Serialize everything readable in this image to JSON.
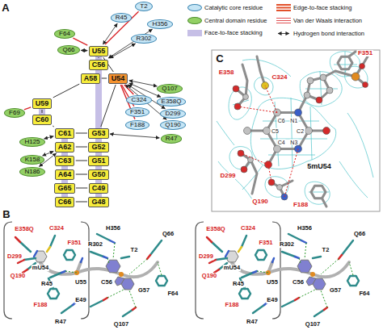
{
  "diagram": {
    "nodes": [
      {
        "text": [
          "T2"
        ]
      },
      {
        "text": [
          "R45"
        ]
      },
      {
        "text": [
          "H356"
        ]
      },
      {
        "text": [
          "F64"
        ]
      },
      {
        "text": [
          "R302"
        ]
      },
      {
        "text": [
          "U55"
        ]
      },
      {
        "text": [
          "Q66"
        ]
      },
      {
        "text": [
          "C56"
        ]
      },
      {
        "text": [
          "A58"
        ]
      },
      {
        "text": [
          "U54"
        ]
      },
      {
        "text": [
          "Q107"
        ]
      },
      {
        "text": [
          "C324"
        ]
      },
      {
        "text": [
          "E358Q"
        ]
      },
      {
        "text": [
          "F351"
        ]
      },
      {
        "text": [
          "D299"
        ]
      },
      {
        "text": [
          "F188"
        ]
      },
      {
        "text": [
          "Q190"
        ]
      },
      {
        "text": [
          "U59"
        ]
      },
      {
        "text": [
          "F69"
        ]
      },
      {
        "text": [
          "C60"
        ]
      },
      {
        "text": [
          "C61"
        ]
      },
      {
        "text": [
          "G53"
        ]
      },
      {
        "text": [
          "R47"
        ]
      },
      {
        "text": [
          "H125"
        ]
      },
      {
        "text": [
          "A62"
        ]
      },
      {
        "text": [
          "G52"
        ]
      },
      {
        "text": [
          "K158"
        ]
      },
      {
        "text": [
          "N186"
        ]
      },
      {
        "text": [
          "C63"
        ]
      },
      {
        "text": [
          "G51"
        ]
      },
      {
        "text": [
          "A64"
        ]
      },
      {
        "text": [
          "G50"
        ]
      },
      {
        "text": [
          "G65"
        ]
      },
      {
        "text": [
          "C49"
        ]
      },
      {
        "text": [
          "C66"
        ]
      },
      {
        "text": [
          "G48"
        ]
      }
    ],
    "edges": [
      {
        "from": 0,
        "to": 5,
        "arrow": "none"
      },
      {
        "from": 1,
        "to": 5,
        "arrow": "both"
      },
      {
        "from": 2,
        "to": 7,
        "arrow": "both"
      },
      {
        "from": 3,
        "to": 5,
        "arrow": "none"
      },
      {
        "from": 4,
        "to": 7,
        "arrow": "both"
      },
      {
        "from": 6,
        "to": 5,
        "arrow": "both"
      },
      {
        "from": 10,
        "to": 9,
        "arrow": "both"
      },
      {
        "from": 11,
        "to": 9,
        "arrow": "none"
      },
      {
        "from": 12,
        "to": 9,
        "arrow": "both"
      },
      {
        "from": 13,
        "to": 9,
        "arrow": "none"
      },
      {
        "from": 14,
        "to": 9,
        "arrow": "both"
      },
      {
        "from": 15,
        "to": 9,
        "arrow": "none"
      },
      {
        "from": 16,
        "to": 9,
        "arrow": "both"
      },
      {
        "from": 18,
        "to": 17,
        "arrow": "none"
      },
      {
        "from": 23,
        "to": 20,
        "arrow": "both"
      },
      {
        "from": 26,
        "to": 24,
        "arrow": "both"
      },
      {
        "from": 27,
        "to": 24,
        "arrow": "both"
      },
      {
        "from": 22,
        "to": 21,
        "arrow": "both"
      },
      {
        "from": 21,
        "to": 9,
        "arrow": "none"
      },
      {
        "from": 9,
        "to": 5,
        "arrow": "none"
      },
      {
        "from": 5,
        "to": 7,
        "arrow": "none"
      },
      {
        "from": 8,
        "to": 17,
        "arrow": "none"
      },
      {
        "from": 17,
        "to": 19,
        "arrow": "none"
      },
      {
        "from": 19,
        "to": 20,
        "arrow": "none"
      },
      {
        "from": 20,
        "to": 21,
        "arrow": "none"
      },
      {
        "from": 24,
        "to": 25,
        "arrow": "none"
      },
      {
        "from": 28,
        "to": 29,
        "arrow": "none"
      },
      {
        "from": 30,
        "to": 31,
        "arrow": "none"
      },
      {
        "from": 32,
        "to": 33,
        "arrow": "none"
      },
      {
        "from": 34,
        "to": 35,
        "arrow": "none"
      },
      {
        "from": 8,
        "to": 9,
        "arrow": "none"
      }
    ],
    "labels": [
      "A",
      "B",
      "C",
      "F351",
      "C324",
      "E358",
      "D299",
      "Q190",
      "F188",
      "5mU54",
      "N1",
      "C2",
      "N3",
      "C4",
      "C5",
      "C6",
      "E358Q",
      "C324",
      "F351",
      "D299",
      "Q190",
      "mU54",
      "F188",
      "R47",
      "R45",
      "U55",
      "T2",
      "C56",
      "G57",
      "H356",
      "R302",
      "Q66",
      "F64",
      "E49",
      "Q107",
      "E358Q",
      "C324",
      "F351",
      "D299",
      "Q190",
      "mU54",
      "F188",
      "R47",
      "R45",
      "U55",
      "T2",
      "C56",
      "G57",
      "H356",
      "R302",
      "Q66",
      "F64",
      "E49",
      "Q107"
    ],
    "legend": [
      {
        "text": "Catalytic core residue",
        "color": "#c5e5f5"
      },
      {
        "text": "Central domain residue",
        "color": "#93d065"
      },
      {
        "text": "Face-to-face stacking",
        "color": "#c6bfe6"
      },
      {
        "text": "Edge-to-face stacking"
      },
      {
        "text": "Van der Waals interaction"
      },
      {
        "text": "Hydrogen bond interaction"
      }
    ]
  }
}
